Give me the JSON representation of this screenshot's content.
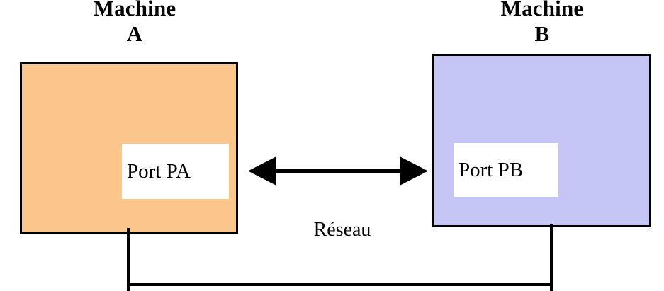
{
  "diagram": {
    "title_a": "Machine\nA",
    "title_b": "Machine\nB",
    "port_a_label": "Port PA",
    "port_b_label": "Port PB",
    "network_label": "Réseau",
    "arrow_icon": "double-headed-arrow-icon",
    "colors": {
      "machine_a_fill": "#FBC68C",
      "machine_b_fill": "#C6C6F6",
      "border": "#000000",
      "port_plate_fill": "#FFFFFF",
      "background": "#FFFFFF",
      "line": "#000000"
    }
  }
}
